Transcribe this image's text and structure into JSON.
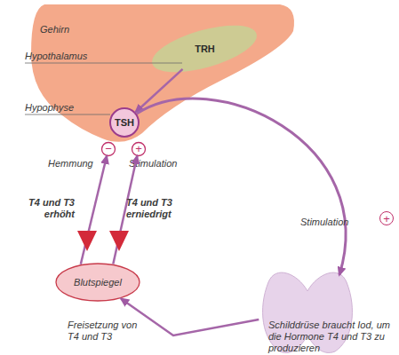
{
  "diagram": {
    "nodes": [
      {
        "text": [
          "Gehirn"
        ]
      },
      {
        "text": [
          "TRH"
        ],
        "in": 0
      },
      {
        "text": [
          "TSH"
        ],
        "in": 0
      },
      {
        "text": [
          "−",
          "Hemmung"
        ]
      },
      {
        "text": [
          "+",
          "Stimulation"
        ]
      },
      {
        "text": [
          "Blutspiegel"
        ]
      },
      {
        "text": [
          "Schilddrüse braucht Iod, um die Hormone T4 und T3 zu produzieren"
        ]
      }
    ],
    "edges": [
      {
        "from": 1,
        "to": 2,
        "arrow": "to"
      },
      {
        "from": 2,
        "to": 6,
        "arrow": "to",
        "label": "Stimulation"
      },
      {
        "from": 5,
        "to": 3,
        "arrow": "to",
        "label": "T4 und T3 erhöht"
      },
      {
        "from": 5,
        "to": 4,
        "arrow": "to",
        "label": "T4 und T3 erniedrigt"
      },
      {
        "from": 6,
        "to": 5,
        "arrow": "to",
        "label": "Freisetzung von T4 und T3"
      }
    ],
    "labels": [
      "Hypothalamus",
      "Hypophyse",
      "+"
    ]
  }
}
